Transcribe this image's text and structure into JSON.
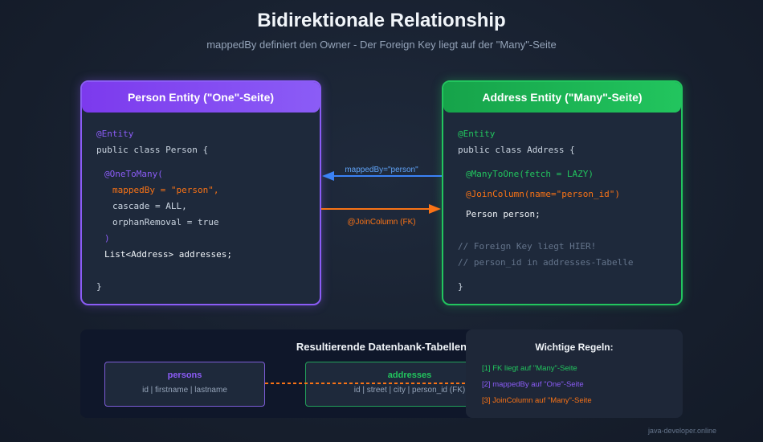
{
  "header": {
    "title": "Bidirektionale Relationship",
    "subtitle": "mappedBy definiert den Owner - Der Foreign Key liegt auf der \"Many\"-Seite"
  },
  "person": {
    "title": "Person Entity (\"One\"-Seite)",
    "lines": [
      "@Entity",
      "public class Person {",
      "@OneToMany(",
      "mappedBy = \"person\",",
      "cascade = ALL,",
      "orphanRemoval = true",
      ")",
      "List<Address> addresses;",
      "}"
    ]
  },
  "address": {
    "title": "Address Entity (\"Many\"-Seite)",
    "lines": [
      "@Entity",
      "public class Address {",
      "@ManyToOne(fetch = LAZY)",
      "@JoinColumn(name=\"person_id\")",
      "Person person;",
      "// Foreign Key liegt HIER!",
      "// person_id in addresses-Tabelle",
      "}"
    ]
  },
  "arrows": {
    "mapped_by": "mappedBy=\"person\"",
    "join_column": "@JoinColumn (FK)"
  },
  "db": {
    "title": "Resultierende Datenbank-Tabellen",
    "persons": {
      "name": "persons",
      "columns": "id | firstname | lastname"
    },
    "addresses": {
      "name": "addresses",
      "columns": "id | street | city | person_id (FK)"
    }
  },
  "rules": {
    "title": "Wichtige Regeln:",
    "items": [
      "[1] FK liegt auf \"Many\"-Seite",
      "[2] mappedBy auf \"One\"-Seite",
      "[3] JoinColumn auf \"Many\"-Seite"
    ]
  },
  "footer": "java-developer.online",
  "colors": {
    "one": "#8b5cf6",
    "many": "#22c55e",
    "fk": "#f97316",
    "mapped": "#3b82f6"
  }
}
